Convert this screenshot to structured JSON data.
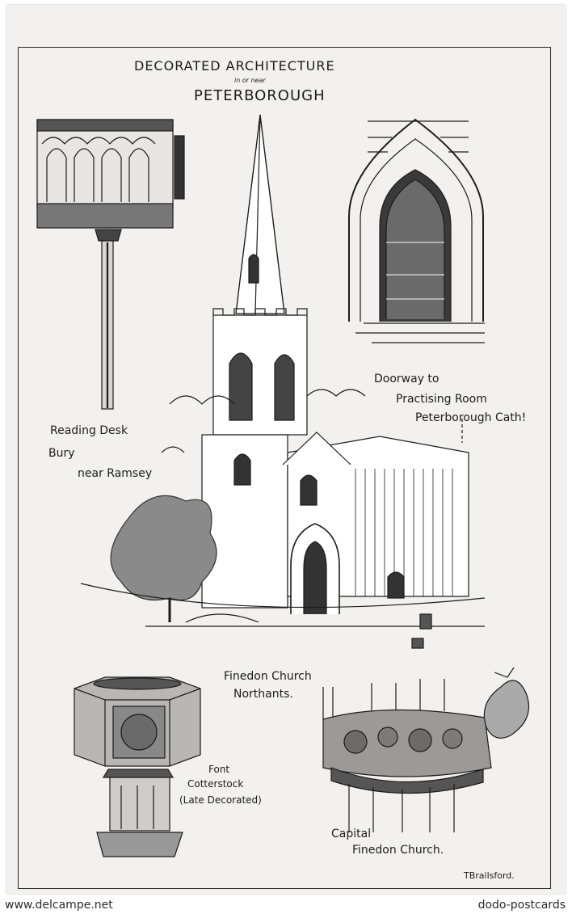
{
  "title": {
    "line1": "DECORATED ARCHITECTURE",
    "line2": "in or near",
    "line3": "PETERBOROUGH"
  },
  "captions": {
    "reading_desk": [
      "Reading Desk",
      "Bury",
      "near Ramsey"
    ],
    "doorway": [
      "Doorway to",
      "Practising Room",
      "Peterborough Cath!"
    ],
    "church": [
      "Finedon Church",
      "Northants."
    ],
    "font": [
      "Font",
      "Cotterstock",
      "(Late Decorated)"
    ],
    "capital": [
      "Capital",
      "Finedon Church."
    ]
  },
  "signature": "TBrailsford.",
  "watermarks": {
    "left": "www.delcampe.net",
    "right": "dodo-postcards"
  },
  "colors": {
    "card": "#f2f1ef",
    "ink": "#1c1c1c"
  }
}
